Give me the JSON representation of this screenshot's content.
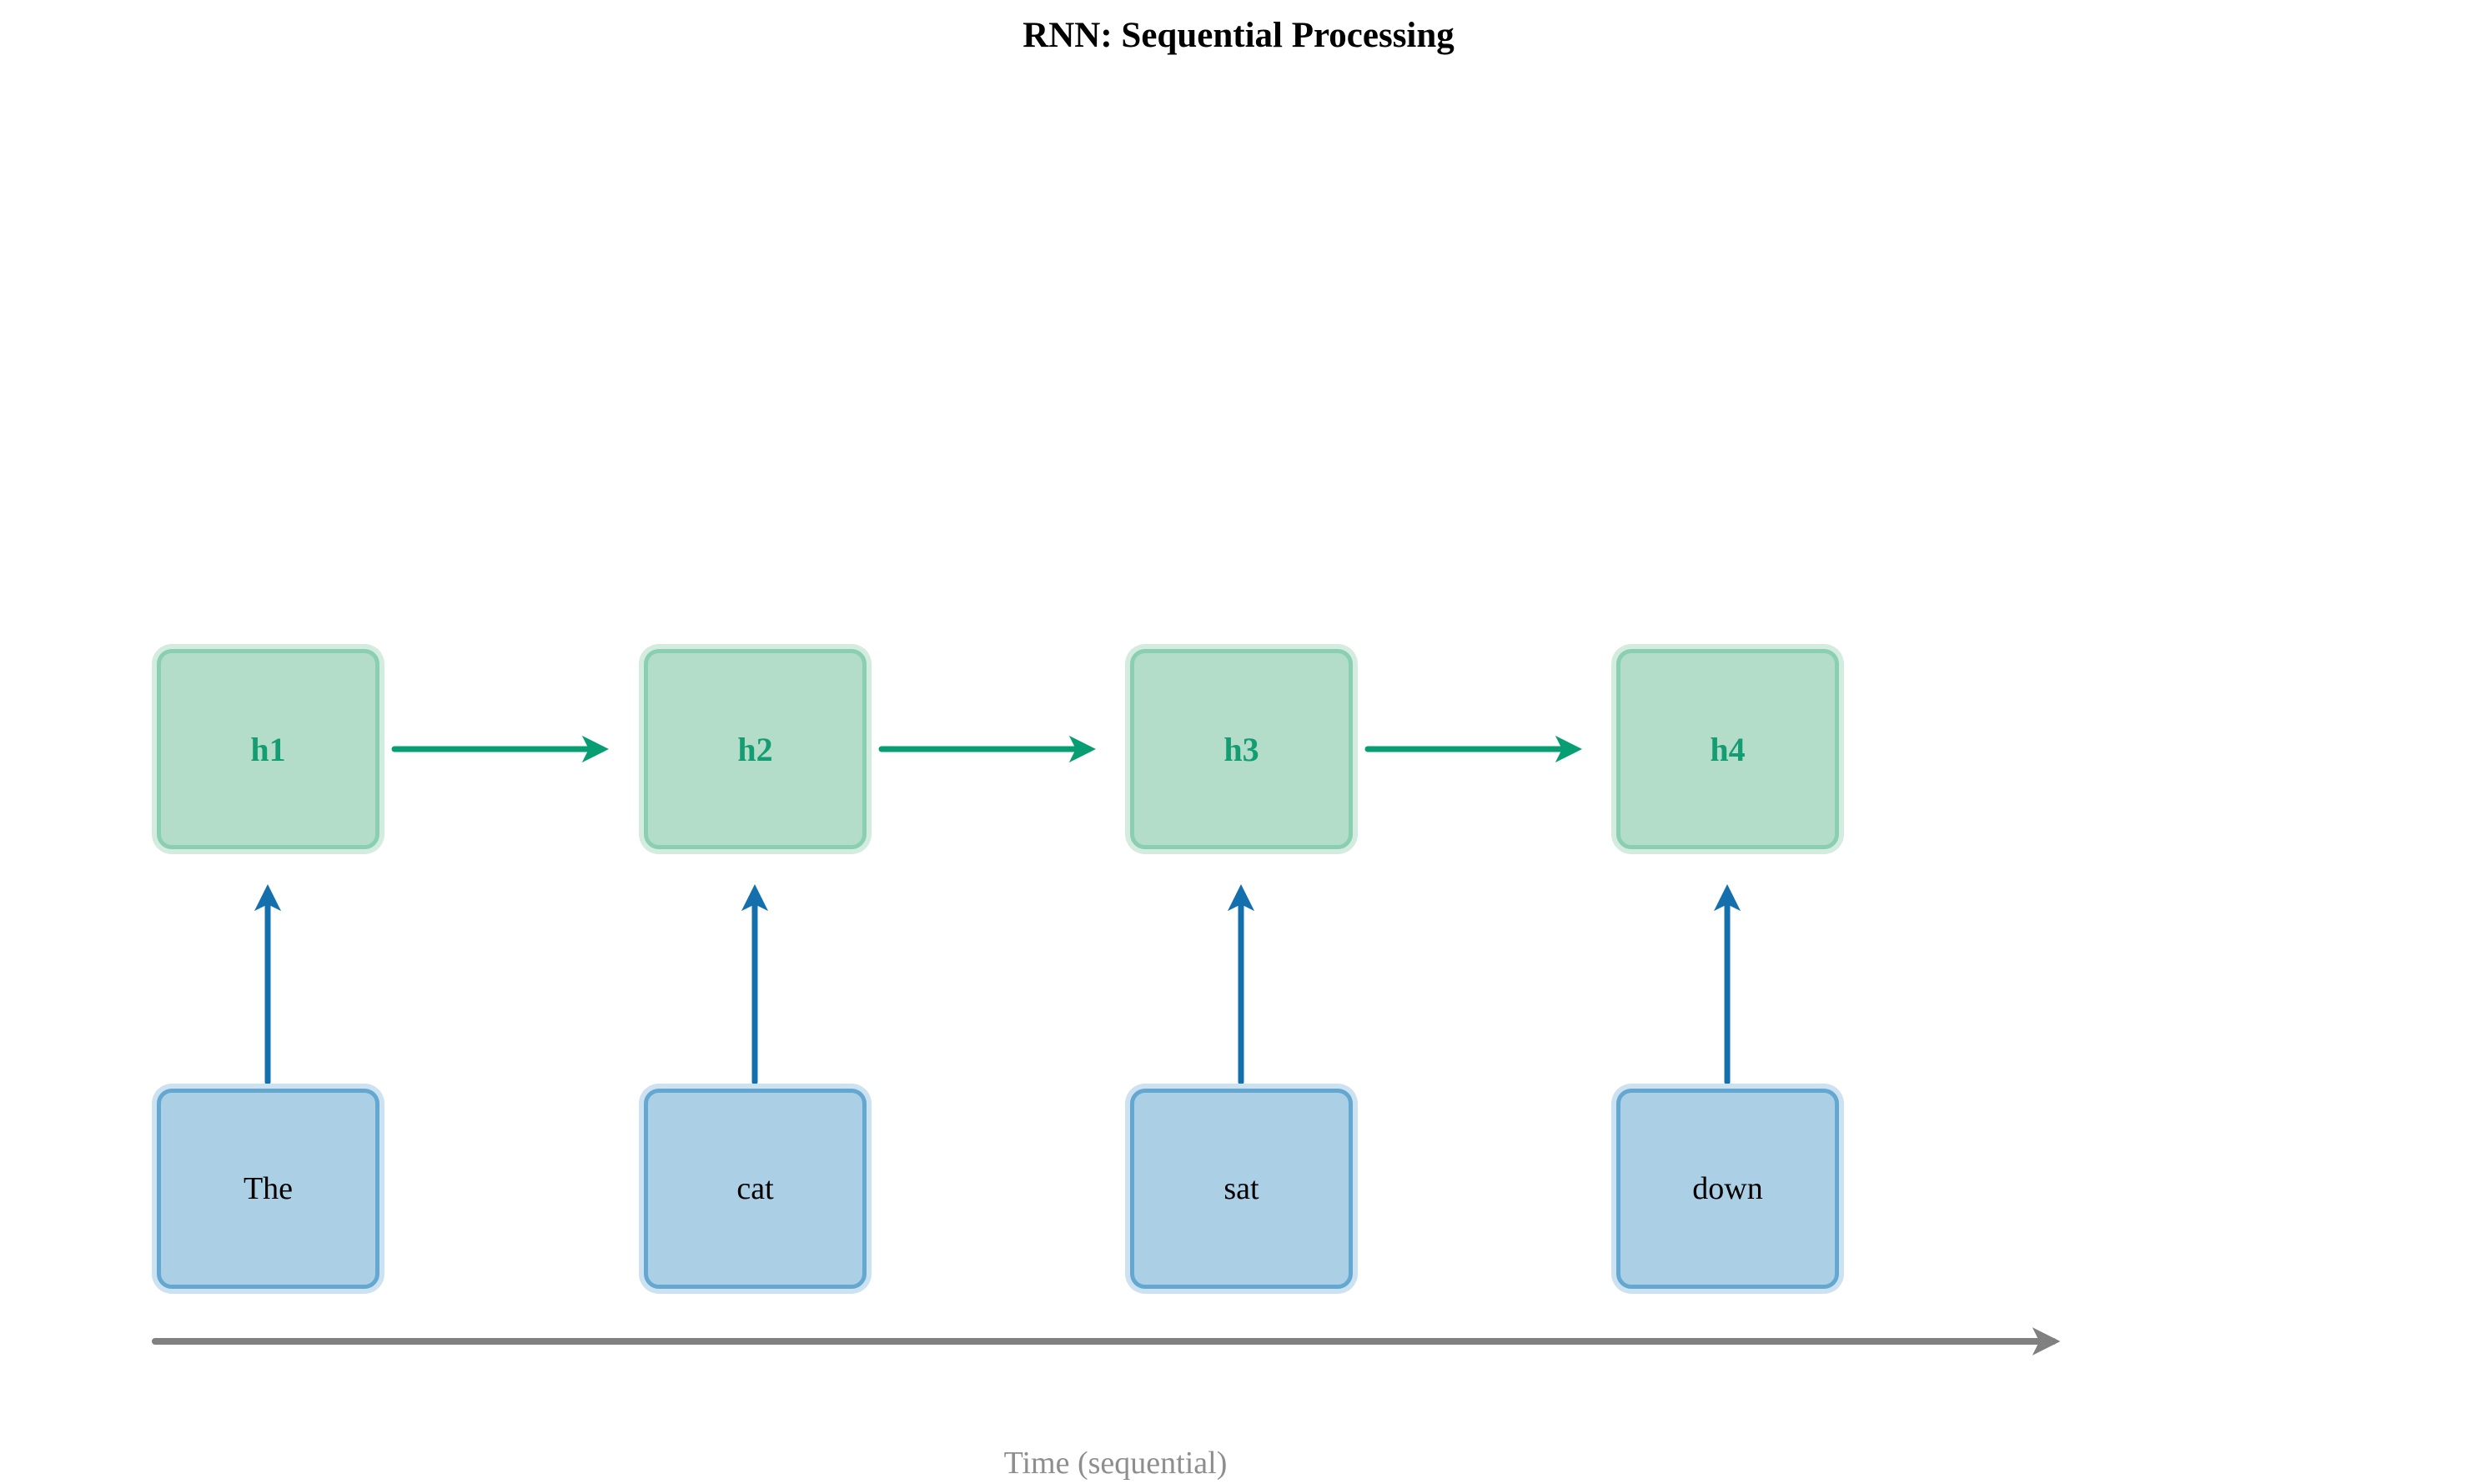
{
  "title": "RNN: Sequential Processing",
  "diagram": {
    "type": "rnn-sequence-flow",
    "hidden_units": [
      {
        "label": "h1"
      },
      {
        "label": "h2"
      },
      {
        "label": "h3"
      },
      {
        "label": "h4"
      }
    ],
    "input_tokens": [
      {
        "label": "The"
      },
      {
        "label": "cat"
      },
      {
        "label": "sat"
      },
      {
        "label": "down"
      }
    ],
    "time_axis_label": "Time (sequential)",
    "colors": {
      "hidden_fill": "#b3ddc9",
      "hidden_edge": "#8bcfb2",
      "hidden_label": "#149c72",
      "hidden_flow_arrow": "#089e73",
      "input_fill": "#abd0e6",
      "input_edge": "#64a8d2",
      "input_arrow": "#1470ad",
      "time_axis_arrow": "#808080",
      "time_axis_label": "#8e8e8e",
      "title_text": "#000000"
    }
  }
}
